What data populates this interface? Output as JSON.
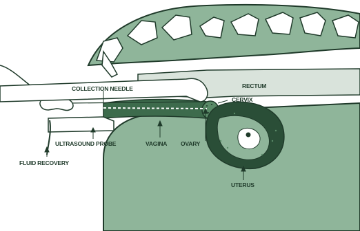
{
  "labels": {
    "collection_needle": "COLLECTION NEEDLE",
    "rectum": "RECTUM",
    "cervix": "CERVIX",
    "ultrasound_probe": "ULTRASOUND PROBE",
    "vagina": "VAGINA",
    "ovary": "OVARY",
    "fluid_recovery": "FLUID RECOVERY",
    "uterus": "UTERUS"
  },
  "colors": {
    "body_fill": "#8fb59a",
    "dark_fill": "#3d6b4c",
    "darkest_fill": "#2a4e37",
    "rectum_fill": "#d9e3db",
    "outline": "#1f3a2a",
    "bone_fill": "#ffffff"
  }
}
